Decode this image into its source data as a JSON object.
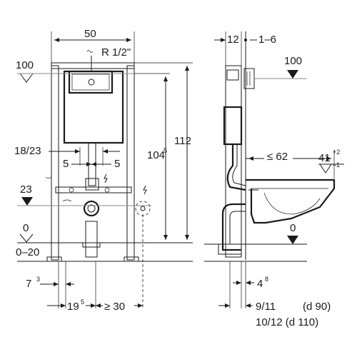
{
  "front_view": {
    "width": "50",
    "thread": "R 1/2\"",
    "level_top": "100",
    "height_total": "112",
    "height_inner_main": "104",
    "height_inner_sup": "5",
    "offset_label": "18/23",
    "offset_left": "5",
    "offset_right": "5",
    "level_mid": "23",
    "level_floor": "0",
    "level_range": "0–20",
    "bottom_left_main": "7",
    "bottom_left_sup": "3",
    "bottom_mid_main": "19",
    "bottom_mid_sup": "5",
    "bottom_right": "≥ 30"
  },
  "side_view": {
    "depth_top": "12",
    "depth_range": "1–6",
    "level_top": "100",
    "bowl_length": "≤ 62",
    "bowl_height_main": "41",
    "bowl_height_sup": "+2",
    "bowl_height_sub": "–1",
    "level_floor": "0",
    "bottom_offset_main": "4",
    "bottom_offset_sup": "8",
    "pipe_line1_dims": "9/11",
    "pipe_line1_d": "(d 90)",
    "pipe_line2": "10/12 (d 110)"
  },
  "colors": {
    "line": "#1a1a1a",
    "panel": "#ffffff"
  }
}
